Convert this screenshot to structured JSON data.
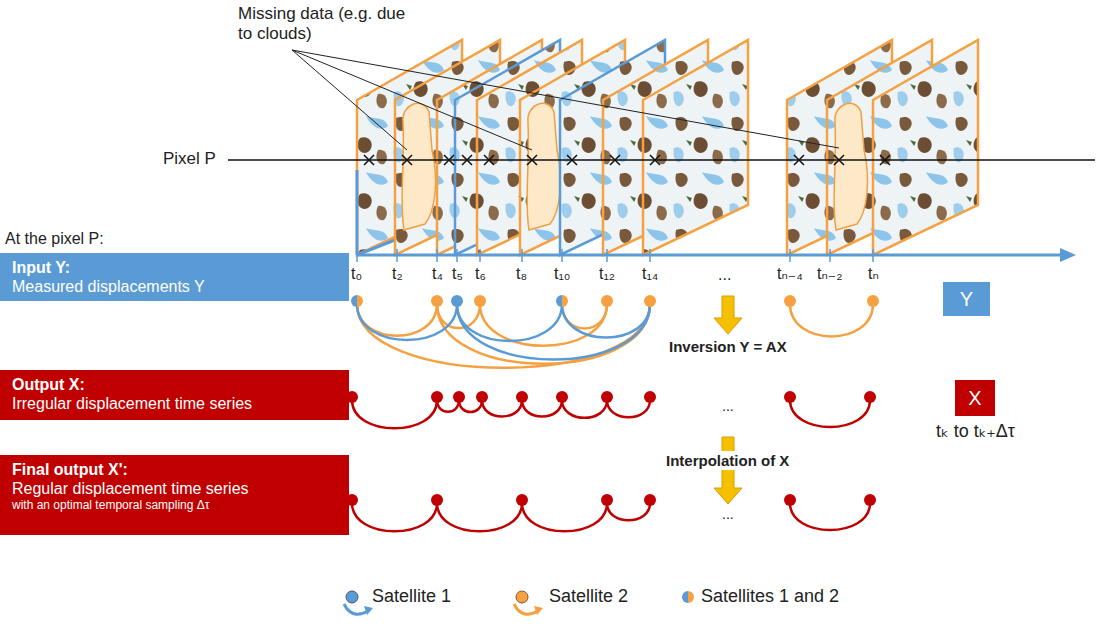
{
  "diagram": {
    "nodes": [
      {
        "text": [
          "Input Y:",
          "Measured displacements Y"
        ]
      },
      {
        "text": [
          "Y"
        ]
      },
      {
        "text": [
          "Output X:",
          "Irregular displacement time series"
        ]
      },
      {
        "text": [
          "X"
        ]
      },
      {
        "text": [
          "Final output X':",
          "Regular displacement time series",
          "with an optimal temporal sampling Δτ"
        ]
      }
    ],
    "labels": [
      "Missing data (e.g. due to clouds)",
      "Pixel P",
      "At the pixel P:",
      "t₀",
      "t₂",
      "t₄",
      "t₅",
      "t₆",
      "t₈",
      "t₁₀",
      "t₁₂",
      "t₁₄",
      "...",
      "tₙ₋₄",
      "tₙ₋₂",
      "tₙ",
      "Inversion Y = AX",
      "...",
      "Interpolation of X",
      "...",
      "tₖ to tₖ₊Δτ"
    ],
    "legend": [
      {
        "text": "Satellite 1"
      },
      {
        "text": "Satellite 2"
      },
      {
        "text": "Satellites 1 and 2"
      }
    ]
  }
}
